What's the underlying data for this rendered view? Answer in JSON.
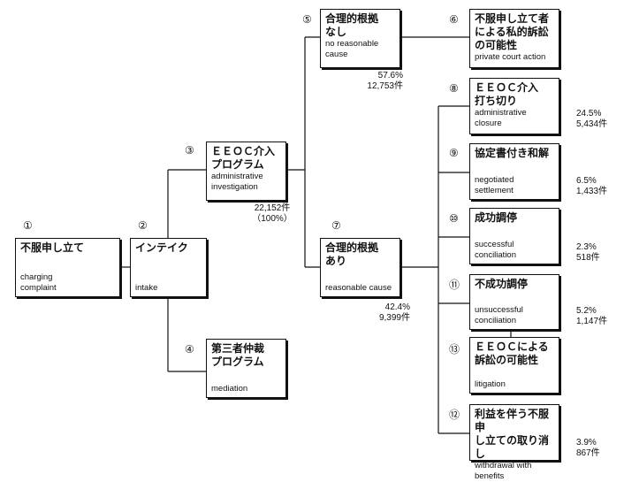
{
  "nodes": {
    "n1": {
      "num": "①",
      "jp": "不服申し立て",
      "en": "charging\ncomplaint"
    },
    "n2": {
      "num": "②",
      "jp": "インテイク",
      "en": "intake"
    },
    "n3": {
      "num": "③",
      "jp": "ＥＥＯＣ介入\nプログラム",
      "en": "administrative\ninvestigation",
      "stat1": "22,152件",
      "stat2": "（100%）"
    },
    "n4": {
      "num": "④",
      "jp": "第三者仲裁\nプログラム",
      "en": "mediation"
    },
    "n5": {
      "num": "⑤",
      "jp": "合理的根拠\nなし",
      "en": "no reasonable\ncause",
      "stat1": "57.6%",
      "stat2": "12,753件"
    },
    "n6": {
      "num": "⑥",
      "jp": "不服申し立て者\nによる私的訴訟\nの可能性",
      "en": "private court action"
    },
    "n7": {
      "num": "⑦",
      "jp": "合理的根拠\nあり",
      "en": "reasonable cause",
      "stat1": "42.4%",
      "stat2": "9,399件"
    },
    "n8": {
      "num": "⑧",
      "jp": "ＥＥＯＣ介入\n打ち切り",
      "en": "administrative\nclosure",
      "stat1": "24.5%",
      "stat2": "5,434件"
    },
    "n9": {
      "num": "⑨",
      "jp": "協定書付き和解",
      "en": "negotiated\nsettlement",
      "stat1": "6.5%",
      "stat2": "1,433件"
    },
    "n10": {
      "num": "⑩",
      "jp": "成功調停",
      "en": "successful\nconciliation",
      "stat1": "2.3%",
      "stat2": "518件"
    },
    "n11": {
      "num": "⑪",
      "jp": "不成功調停",
      "en": "unsuccessful\nconciliation",
      "stat1": "5.2%",
      "stat2": "1,147件"
    },
    "n13": {
      "num": "⑬",
      "jp": "ＥＥＯＣによる\n訴訟の可能性",
      "en": "litigation"
    },
    "n12": {
      "num": "⑫",
      "jp": "利益を伴う不服申\nし立ての取り消し",
      "en": "withdrawal with\nbenefits",
      "stat1": "3.9%",
      "stat2": "867件"
    }
  }
}
